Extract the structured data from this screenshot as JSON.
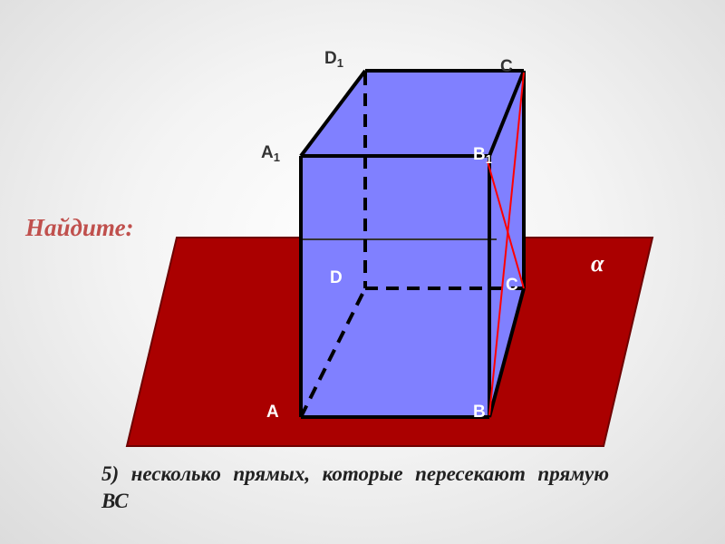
{
  "heading": "Найдите:",
  "plane": {
    "label": "α",
    "fill": "#aa0000",
    "edge": "#6e0000"
  },
  "prism": {
    "fill": "#8080ff",
    "edge": "#000000"
  },
  "diagonals_color": "#ff0000",
  "vertices": {
    "A": {
      "letter": "A",
      "index": ""
    },
    "B": {
      "letter": "B",
      "index": ""
    },
    "C": {
      "letter": "C",
      "index": ""
    },
    "D": {
      "letter": "D",
      "index": ""
    },
    "A1": {
      "letter": "A",
      "index": "1"
    },
    "B1": {
      "letter": "B",
      "index": "1"
    },
    "C1": {
      "letter": "C",
      "index": ""
    },
    "D1": {
      "letter": "D",
      "index": "1"
    }
  },
  "task_text": "5) несколько прямых, которые пересекают прямую ВС"
}
